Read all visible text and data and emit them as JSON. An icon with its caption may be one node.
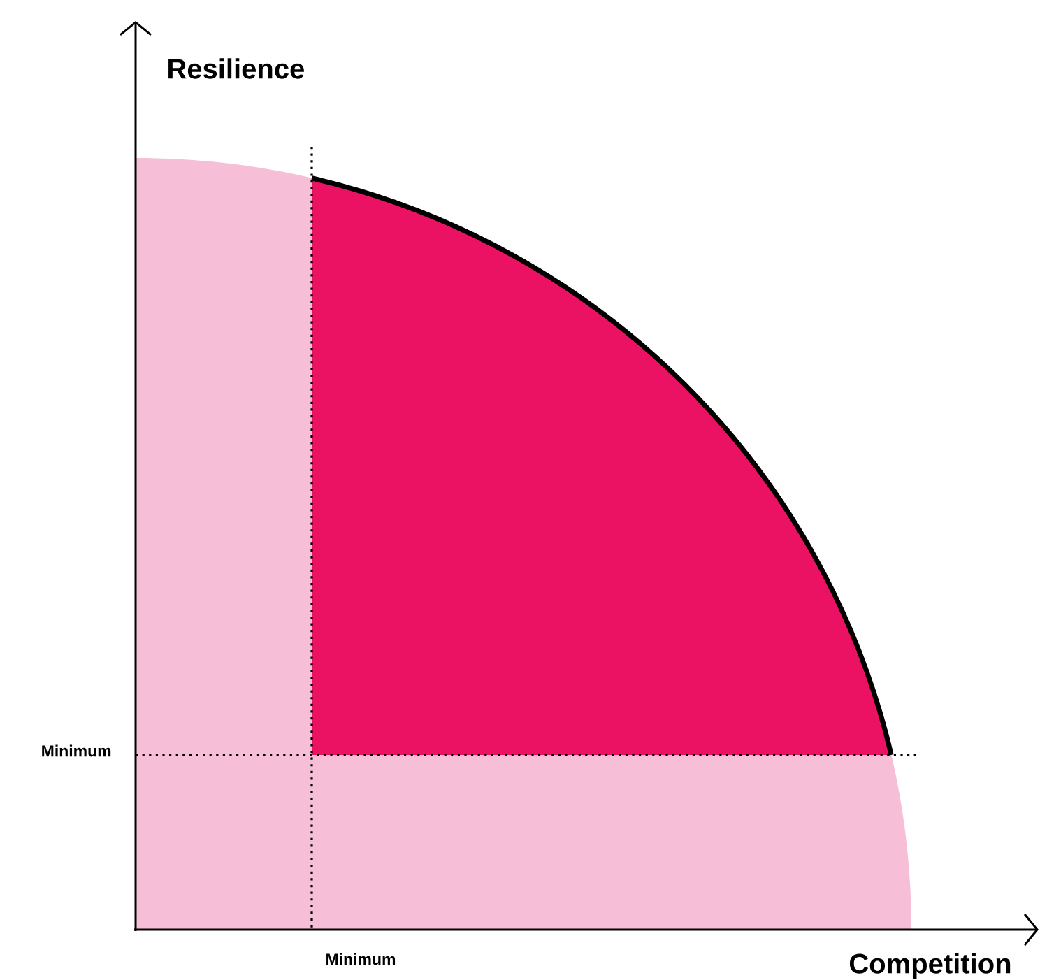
{
  "diagram": {
    "labels": [
      "Resilience",
      "Minimum",
      "Minimum",
      "Competition"
    ]
  }
}
